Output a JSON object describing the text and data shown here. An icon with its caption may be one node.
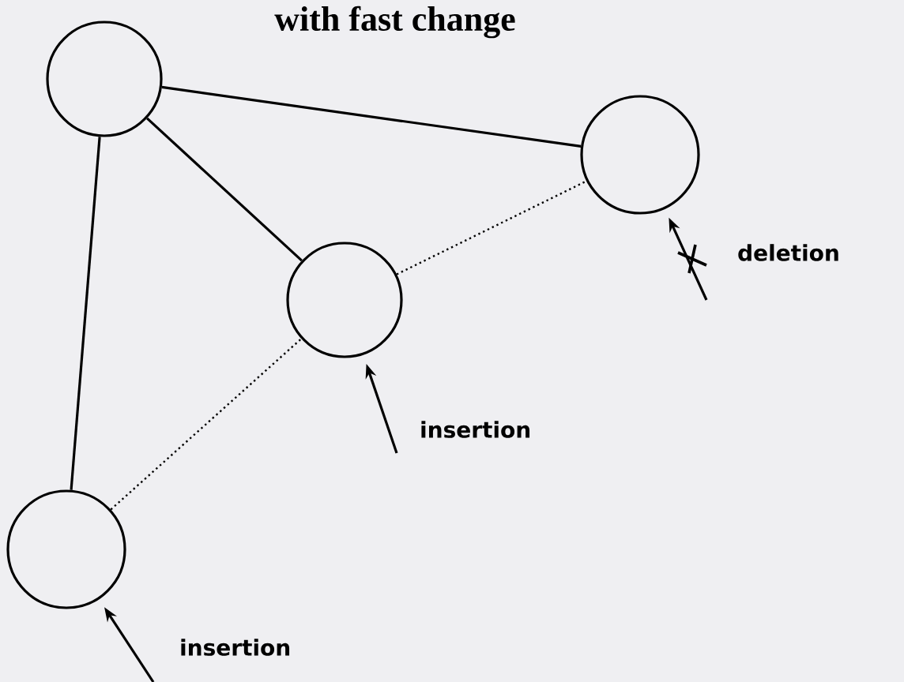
{
  "diagram": {
    "title": "with fast change",
    "nodes": [
      {
        "text": [],
        "shape": "circle"
      },
      {
        "text": [],
        "shape": "circle"
      },
      {
        "text": [],
        "shape": "circle"
      },
      {
        "text": [],
        "shape": "circle"
      }
    ],
    "edges": [
      {
        "from": 0,
        "to": 1,
        "arrow": "none"
      },
      {
        "from": 0,
        "to": 2,
        "arrow": "none"
      },
      {
        "from": 0,
        "to": 3,
        "arrow": "none"
      },
      {
        "from": 2,
        "to": 1,
        "arrow": "none",
        "style": "dashed"
      },
      {
        "from": 3,
        "to": 2,
        "arrow": "none",
        "style": "dashed"
      },
      {
        "from": null,
        "to": 1,
        "arrow": "to",
        "label": "deletion"
      },
      {
        "from": null,
        "to": 2,
        "arrow": "to",
        "label": "insertion"
      },
      {
        "from": null,
        "to": 3,
        "arrow": "to",
        "label": "insertion"
      }
    ]
  }
}
